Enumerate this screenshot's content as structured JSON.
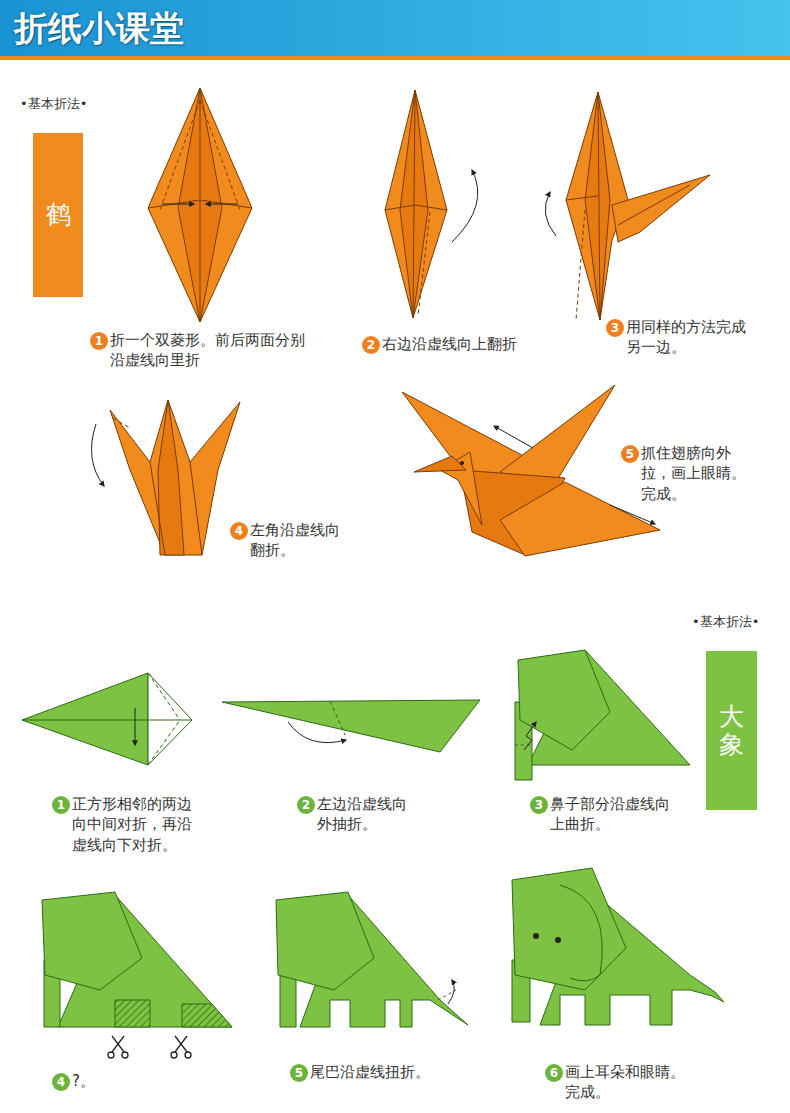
{
  "diagram": {
    "title": "折纸小课堂",
    "nodes": [
      {
        "text": [
          "鹤"
        ]
      },
      {
        "text": [
          "大象"
        ]
      }
    ],
    "labels": [
      "•基本折法•",
      "1",
      "折一个双菱形。前后两面分别 沿虚线向里折",
      "2",
      "右边沿虚线向上翻折",
      "3",
      "用同样的方法完成 另一边。",
      "4",
      "左角沿虚线向 翻折。",
      "5",
      "抓住翅膀向外 拉，画上眼睛。 完成。",
      "•基本折法•",
      "1",
      "正方形相邻的两边 向中间对折，再沿 虚线向下对折。",
      "2",
      "左边沿虚线向 外抽折。",
      "3",
      "鼻子部分沿虚线向 上曲折。",
      "4",
      "?。",
      "5",
      "尾巴沿虚线扭折。",
      "6",
      "画上耳朵和眼睛。 完成。"
    ]
  }
}
